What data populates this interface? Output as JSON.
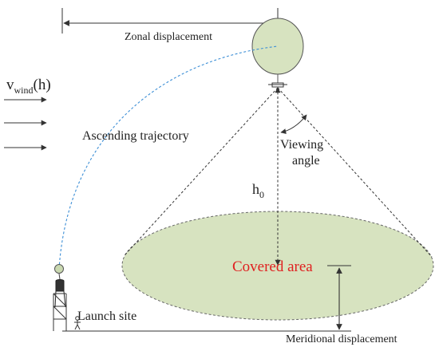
{
  "labels": {
    "zonal_displacement": "Zonal displacement",
    "wind_v": "v",
    "wind_subscript": "wind",
    "wind_h": "(h)",
    "ascending_trajectory": "Ascending trajectory",
    "viewing_angle_line1": "Viewing",
    "viewing_angle_line2": "angle",
    "altitude_h": "h",
    "altitude_subscript": "0",
    "covered_area": "Covered area",
    "launch_site": "Launch site",
    "meridional_displacement": "Meridional displacement"
  },
  "colors": {
    "balloon_fill": "#d7e3c0",
    "area_fill": "#d7e3c0",
    "trajectory": "#3d8fd6",
    "covered_area_text": "#e02020",
    "line": "#333333"
  }
}
